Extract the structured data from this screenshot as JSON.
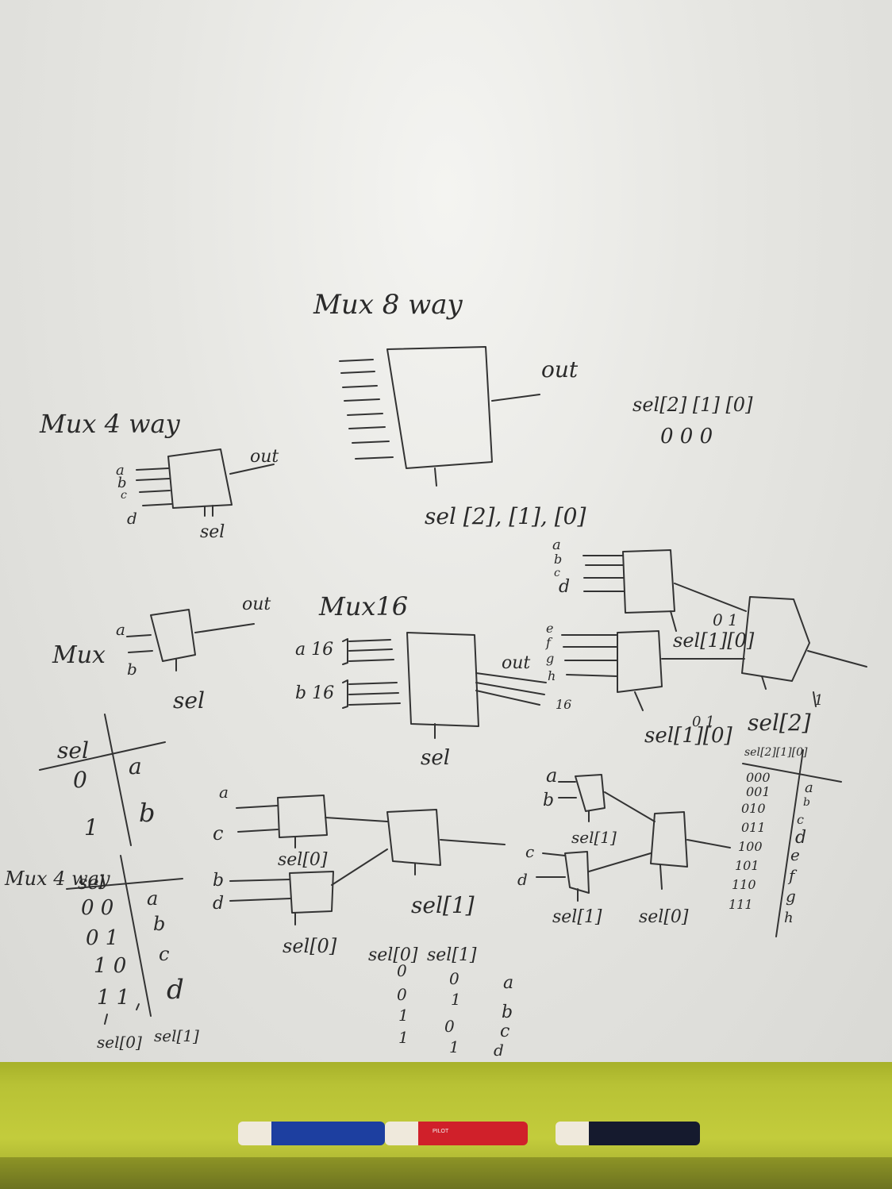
{
  "board": {
    "mux8way": {
      "title": "Mux 8 way",
      "out": "out",
      "sel": "sel [2], [1], [0]",
      "sel_header": "sel[2] [1] [0]",
      "sel_values": "0 0 0"
    },
    "mux4way": {
      "title": "Mux 4 way",
      "inputs": [
        "a",
        "b",
        "c",
        "d"
      ],
      "out": "out",
      "sel": "sel"
    },
    "mux": {
      "title": "Mux",
      "inputs": [
        "a",
        "b"
      ],
      "out": "out",
      "sel": "sel"
    },
    "mux16": {
      "title": "Mux16",
      "a_label": "a 16",
      "b_label": "b 16",
      "sel": "sel",
      "out_label": "out",
      "out_width": "16"
    },
    "mux_truth": {
      "header_sel": "sel",
      "rows": [
        {
          "sel": "0",
          "out": "a"
        },
        {
          "sel": "1",
          "out": "b"
        }
      ]
    },
    "mux4way_truth": {
      "title": "Mux 4 way",
      "header_sel": "sel",
      "rows": [
        {
          "sel": "0 0",
          "out": "a"
        },
        {
          "sel": "0 1",
          "out": "b"
        },
        {
          "sel": "1 0",
          "out": "c"
        },
        {
          "sel": "1 1",
          "out": "d"
        }
      ],
      "foot_left": "sel[0]",
      "foot_right": "sel[1]"
    },
    "mux4way_build": {
      "inputs": [
        "a",
        "c",
        "b",
        "d"
      ],
      "sel_first": "sel[0]",
      "sel_second": "sel[0]",
      "sel_final": "sel[1]"
    },
    "alt_table": {
      "headers": [
        "sel[0]",
        "sel[1]"
      ],
      "col1": [
        "0",
        "0",
        "1",
        "1"
      ],
      "col2": [
        "0",
        "1",
        "0",
        "1"
      ],
      "col3": [
        "a",
        "b",
        "c",
        "d"
      ]
    },
    "mux4way_alt": {
      "inputs": [
        "a",
        "b",
        "c",
        "d"
      ],
      "sel_top": "sel[1]",
      "sel_bottom": "sel[1]",
      "sel_final": "sel[0]"
    },
    "mux8_build": {
      "top_inputs": [
        "a",
        "b",
        "c",
        "d"
      ],
      "bottom_inputs": [
        "e",
        "f",
        "g",
        "h"
      ],
      "top_sel": "sel[1][0]",
      "top_sel_bits": "0 1",
      "bottom_sel": "sel[1][0]",
      "bottom_sel_bits": "0 1",
      "final_sel": "sel[2]",
      "final_sel_bit": "1"
    },
    "mux8_truth": {
      "header": "sel[2][1][0]",
      "bits": [
        "000",
        "001",
        "010",
        "011",
        "100",
        "101",
        "110",
        "111"
      ],
      "outs": [
        "a",
        "b",
        "c",
        "d",
        "e",
        "f",
        "g",
        "h"
      ]
    }
  },
  "tray": {
    "markers": [
      {
        "color": "#1d3fa0",
        "label": ""
      },
      {
        "color": "#d0202a",
        "label": "PILOT"
      },
      {
        "color": "#151a2e",
        "label": ""
      }
    ]
  }
}
